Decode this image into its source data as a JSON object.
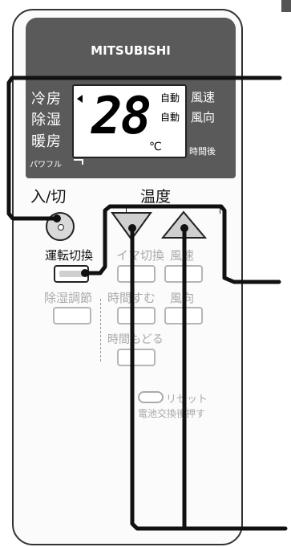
{
  "brand": "MITSUBISHI",
  "modes": [
    "冷房",
    "除湿",
    "暖房"
  ],
  "display": {
    "temperature": "28",
    "unit": "℃",
    "fan_auto": "自動",
    "vane_auto": "自動"
  },
  "right_labels": {
    "fan_speed": "風速",
    "vane": "風向"
  },
  "timer_after": "時間後",
  "powerful": "パワフル",
  "buttons": {
    "power": "入/切",
    "temperature": "温度",
    "mode_switch": "運転切換",
    "timer_switch": "イマ切換",
    "fan_speed": "風速",
    "timer_off": "時間すむ",
    "vane": "風向",
    "dehumid": "除湿調節",
    "timer_back": "時間もどる",
    "reset": "リセット",
    "battery_hint": "電池交換後押す"
  },
  "colors": {
    "panel": "#5a5a5a",
    "callout": "#111111",
    "faded": "#a9a9a9"
  }
}
